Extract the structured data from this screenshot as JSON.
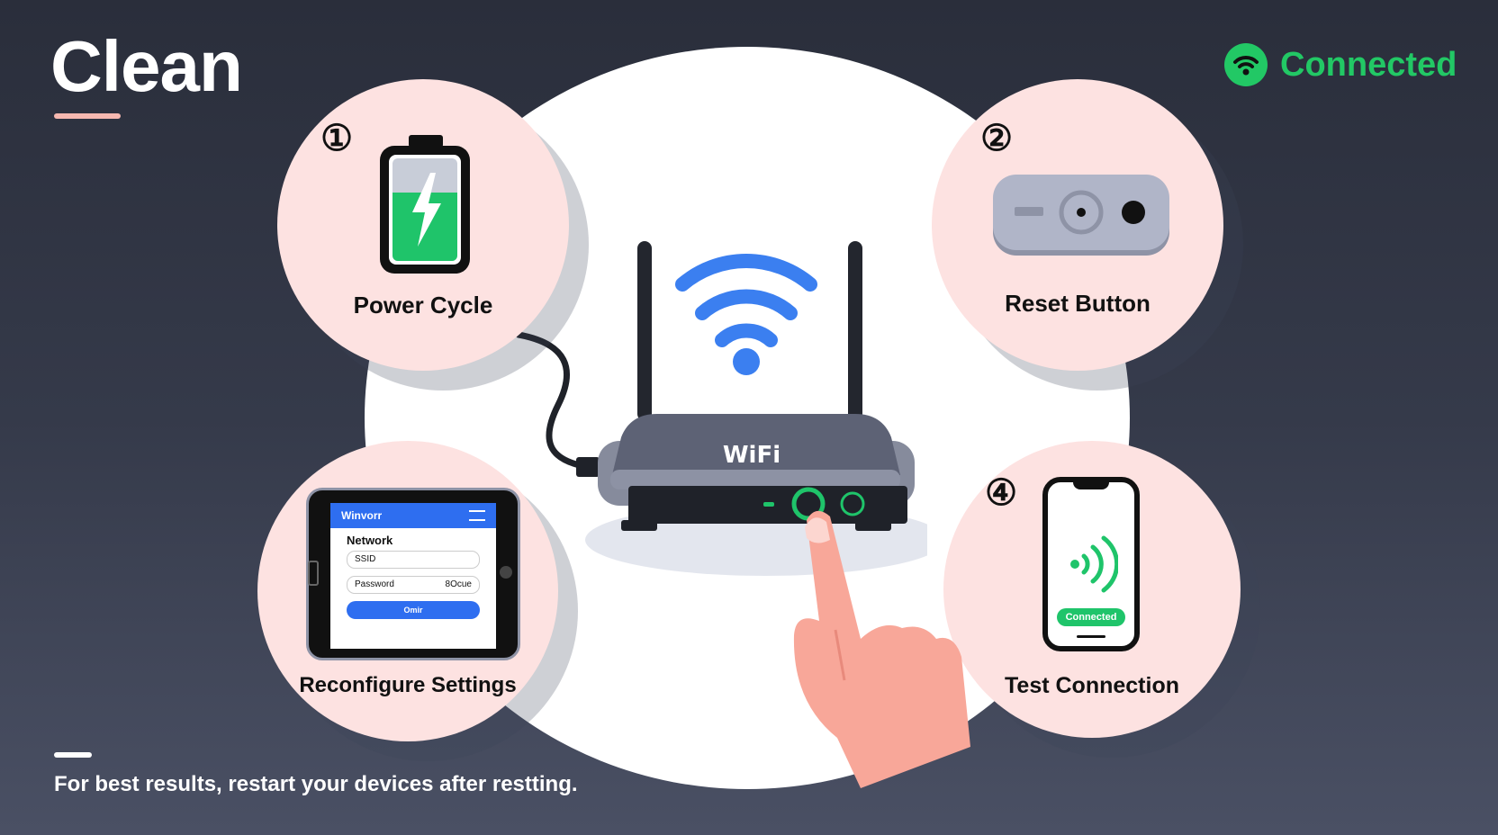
{
  "header": {
    "title": "Clean",
    "status_label": "Connected",
    "status_icon": "wifi-icon",
    "status_color": "#22c865"
  },
  "router": {
    "brand_label": "WiFi",
    "signal_icon": "wifi-signal-icon",
    "signal_color": "#3b7ff0"
  },
  "steps": [
    {
      "number": "①",
      "label": "Power Cycle",
      "icon": "battery-charging-icon"
    },
    {
      "number": "②",
      "label": "Reset Button",
      "icon": "reset-button-icon"
    },
    {
      "number": "",
      "label": "Reconfigure Settings",
      "icon": "tablet-settings-icon",
      "tablet": {
        "app_title": "Winvorr",
        "section": "Network",
        "ssid_placeholder": "SSID",
        "password_placeholder": "Password",
        "password_value": "8Ocue",
        "button_label": "Omir"
      }
    },
    {
      "number": "④",
      "label": "Test Connection",
      "icon": "phone-connected-icon",
      "phone": {
        "badge": "Connected"
      }
    }
  ],
  "footer": {
    "note": "For best results, restart your devices after restting."
  }
}
